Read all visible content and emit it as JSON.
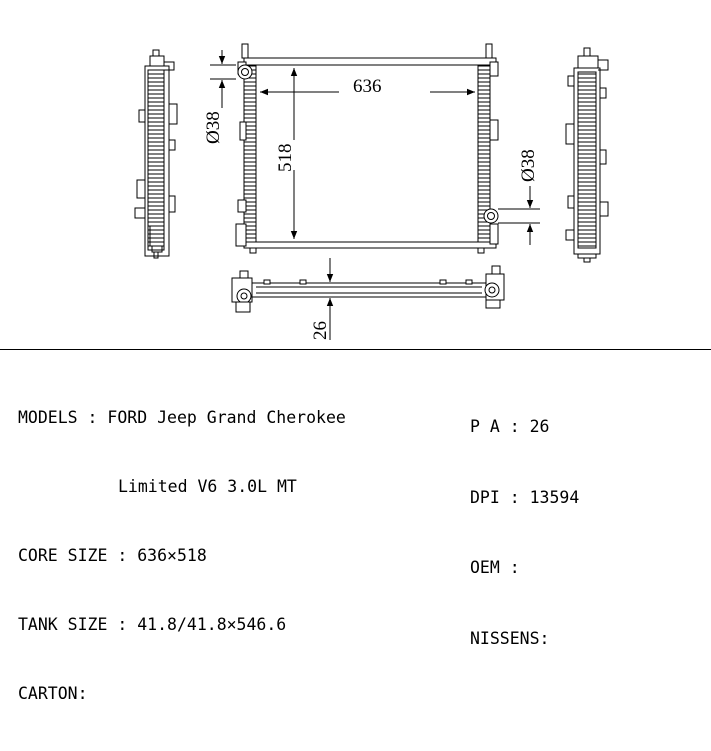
{
  "drawing": {
    "dimensions": {
      "core_width": "636",
      "core_height": "518",
      "left_pipe": "Ø38",
      "right_pipe": "Ø38",
      "tank_depth": "26"
    }
  },
  "specs": {
    "models_label": "MODELS",
    "models_value_1": "FORD Jeep Grand Cherokee",
    "models_value_2": "Limited V6 3.0L MT",
    "core_size_label": "CORE SIZE",
    "core_size_value": "636×518",
    "tank_size_label": "TANK SIZE",
    "tank_size_value": "41.8/41.8×546.6",
    "carton_label": "CARTON:",
    "pa_label": "P A",
    "pa_value": "26",
    "dpi_label": "DPI",
    "dpi_value": "13594",
    "oem_label": "OEM",
    "oem_value": "",
    "nissens_label": "NISSENS:",
    "nissens_value": ""
  }
}
